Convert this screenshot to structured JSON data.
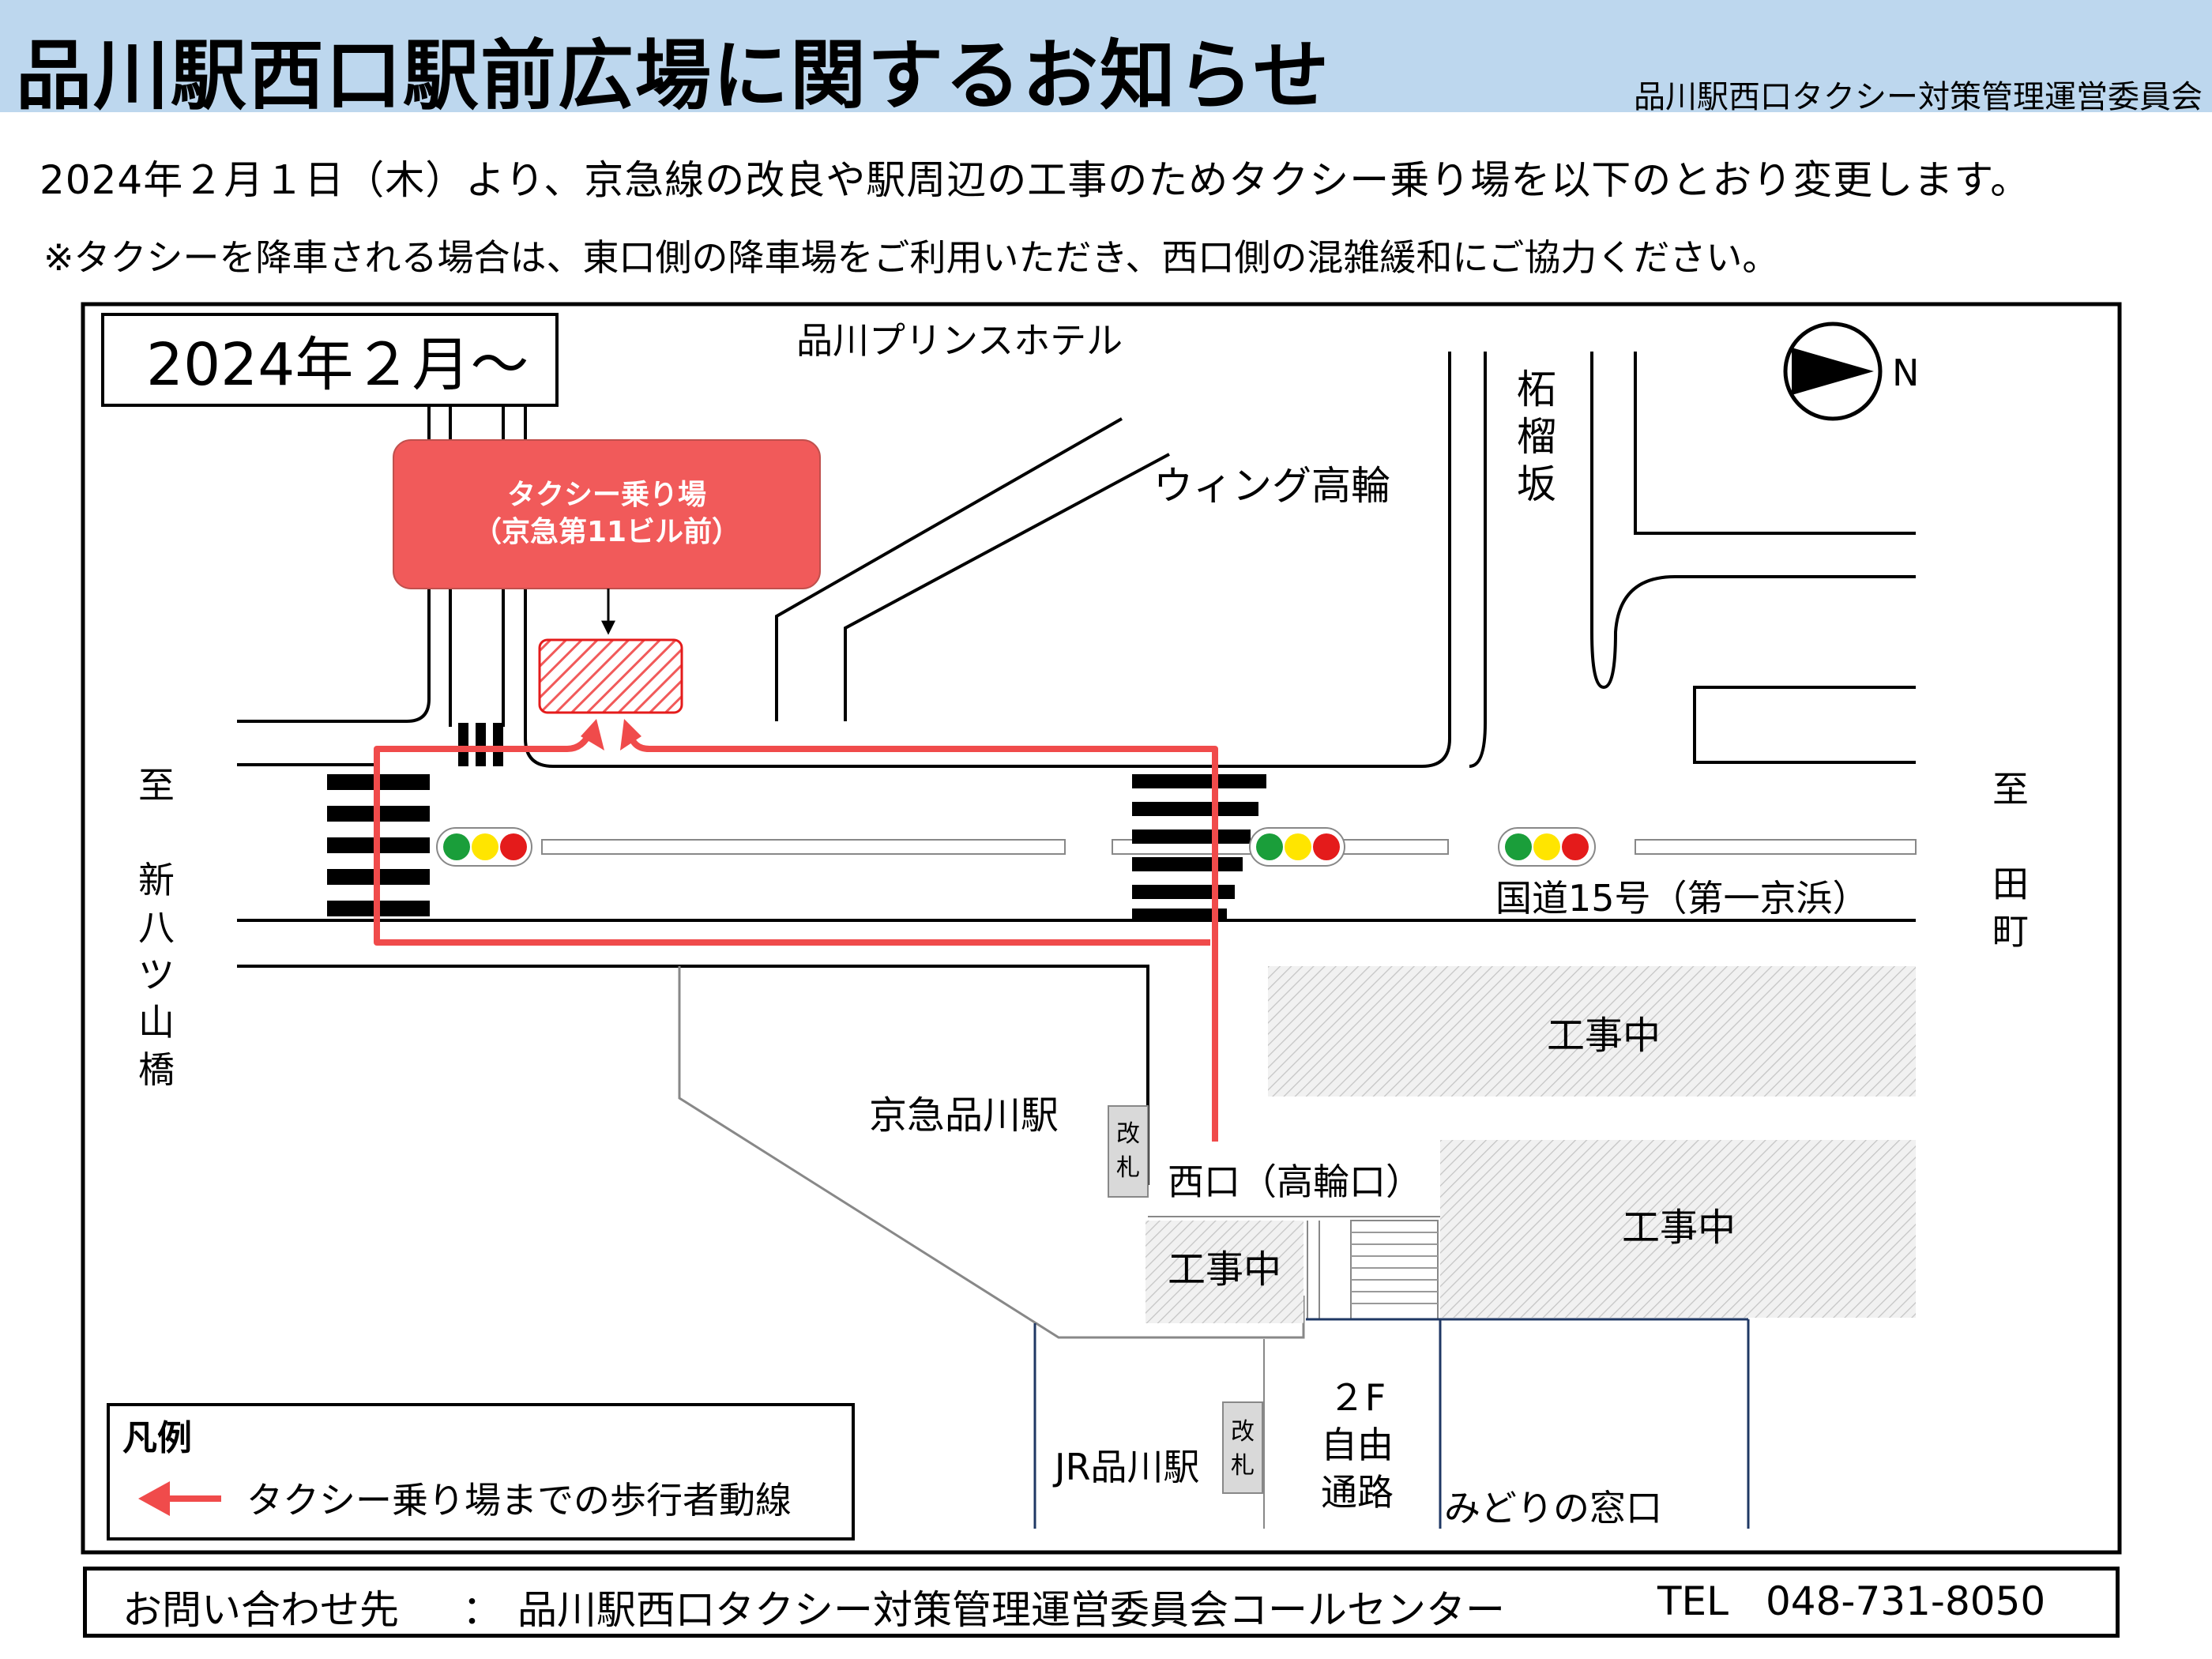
{
  "header": {
    "title": "品川駅西口駅前広場に関するお知らせ",
    "organization": "品川駅西口タクシー対策管理運営委員会"
  },
  "notices": [
    "2024年２月１日（木）より、京急線の改良や駅周辺の工事のためタクシー乗り場を以下のとおり変更します。",
    "※タクシーを降車される場合は、東口側の降車場をご利用いただき、西口側の混雑緩和にご協力ください。"
  ],
  "map": {
    "date_label": "2024年２月～",
    "north_label": "N",
    "taxi_stand": {
      "line1": "タクシー乗り場",
      "line2": "（京急第11ビル前）"
    },
    "labels": {
      "prince_hotel": "品川プリンスホテル",
      "wing_takanawa": "ウィング高輪",
      "road": "国道15号（第一京浜）",
      "keikyu_station": "京急品川駅",
      "west_exit": "西口（高輪口）",
      "construction_1": "工事中",
      "construction_2": "工事中",
      "construction_3": "工事中",
      "jr_station": "JR品川駅",
      "midori": "みどりの窓口",
      "ticket_gate_1": [
        "改",
        "札"
      ],
      "ticket_gate_2": [
        "改",
        "札"
      ],
      "passage": [
        "２F",
        "自由",
        "通路"
      ],
      "to_left": [
        "至",
        "新",
        "八",
        "ツ",
        "山",
        "橋"
      ],
      "to_right": [
        "至",
        "田",
        "町"
      ],
      "slope": [
        "柘",
        "榴",
        "坂"
      ]
    },
    "legend": {
      "title": "凡例",
      "item": "タクシー乗り場までの歩行者動線"
    },
    "colors": {
      "taxi_stand": "#f15a5a",
      "route": "#f04b4b",
      "signal_green": "#1a9e3a",
      "signal_yellow": "#ffe500",
      "signal_red": "#e41b1b",
      "header_bg": "#bdd7ee"
    }
  },
  "contact": {
    "label": "お問い合わせ先",
    "separator": "：",
    "name": "品川駅西口タクシー対策管理運営委員会コールセンター",
    "tel_label": "TEL",
    "tel": "048-731-8050"
  }
}
